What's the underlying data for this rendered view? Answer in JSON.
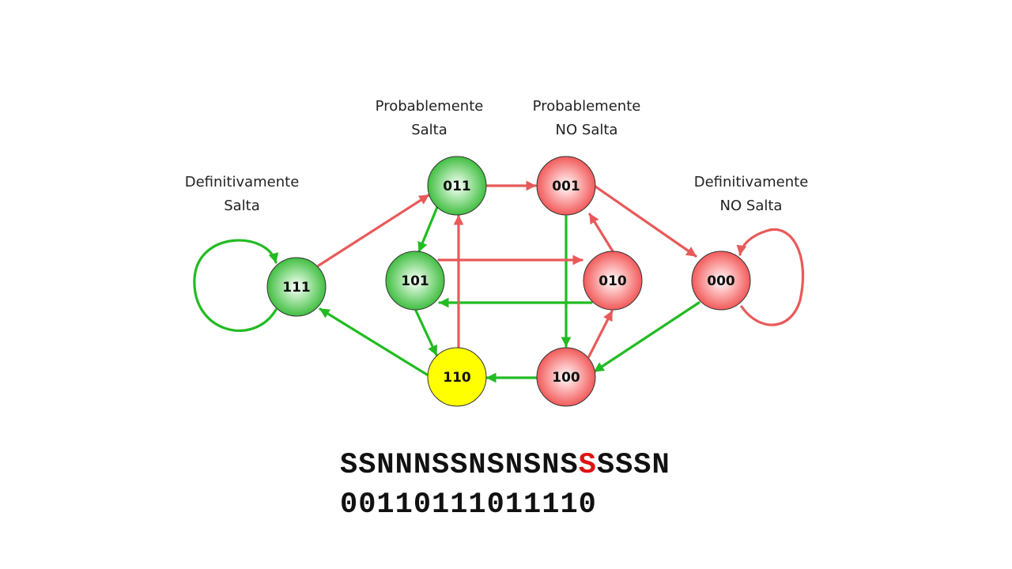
{
  "labels": {
    "strong_taken": [
      "Definitivamente",
      "Salta"
    ],
    "weak_taken": [
      "Probablemente",
      "Salta"
    ],
    "weak_not_taken": [
      "Probablemente",
      "NO Salta"
    ],
    "strong_not_taken": [
      "Definitivamente",
      "NO Salta"
    ]
  },
  "nodes": [
    {
      "id": "111",
      "label": "111",
      "color": "green"
    },
    {
      "id": "011",
      "label": "011",
      "color": "green"
    },
    {
      "id": "101",
      "label": "101",
      "color": "green"
    },
    {
      "id": "110",
      "label": "110",
      "color": "yellow"
    },
    {
      "id": "001",
      "label": "001",
      "color": "red"
    },
    {
      "id": "010",
      "label": "010",
      "color": "red"
    },
    {
      "id": "100",
      "label": "100",
      "color": "red"
    },
    {
      "id": "000",
      "label": "000",
      "color": "red"
    }
  ],
  "edges": [
    {
      "from": "111",
      "to": "111",
      "color": "green"
    },
    {
      "from": "111",
      "to": "011",
      "color": "red"
    },
    {
      "from": "011",
      "to": "001",
      "color": "red"
    },
    {
      "from": "011",
      "to": "101",
      "color": "green"
    },
    {
      "from": "001",
      "to": "000",
      "color": "red"
    },
    {
      "from": "001",
      "to": "100",
      "color": "green"
    },
    {
      "from": "101",
      "to": "010",
      "color": "red"
    },
    {
      "from": "101",
      "to": "110",
      "color": "green"
    },
    {
      "from": "010",
      "to": "101",
      "color": "green"
    },
    {
      "from": "010",
      "to": "001",
      "color": "red"
    },
    {
      "from": "110",
      "to": "011",
      "color": "red"
    },
    {
      "from": "110",
      "to": "111",
      "color": "green"
    },
    {
      "from": "100",
      "to": "110",
      "color": "green"
    },
    {
      "from": "100",
      "to": "010",
      "color": "red"
    },
    {
      "from": "000",
      "to": "100",
      "color": "green"
    },
    {
      "from": "000",
      "to": "000",
      "color": "red"
    }
  ],
  "colors": {
    "green_arrow": "#22bb22",
    "red_arrow": "#e85a5a",
    "highlight": "#e01010"
  },
  "sequence": {
    "outcomes_before": "SSNNNSSNSNSNS",
    "outcomes_highlight": "S",
    "outcomes_after": "SSSN",
    "bits": "00110111011110"
  }
}
